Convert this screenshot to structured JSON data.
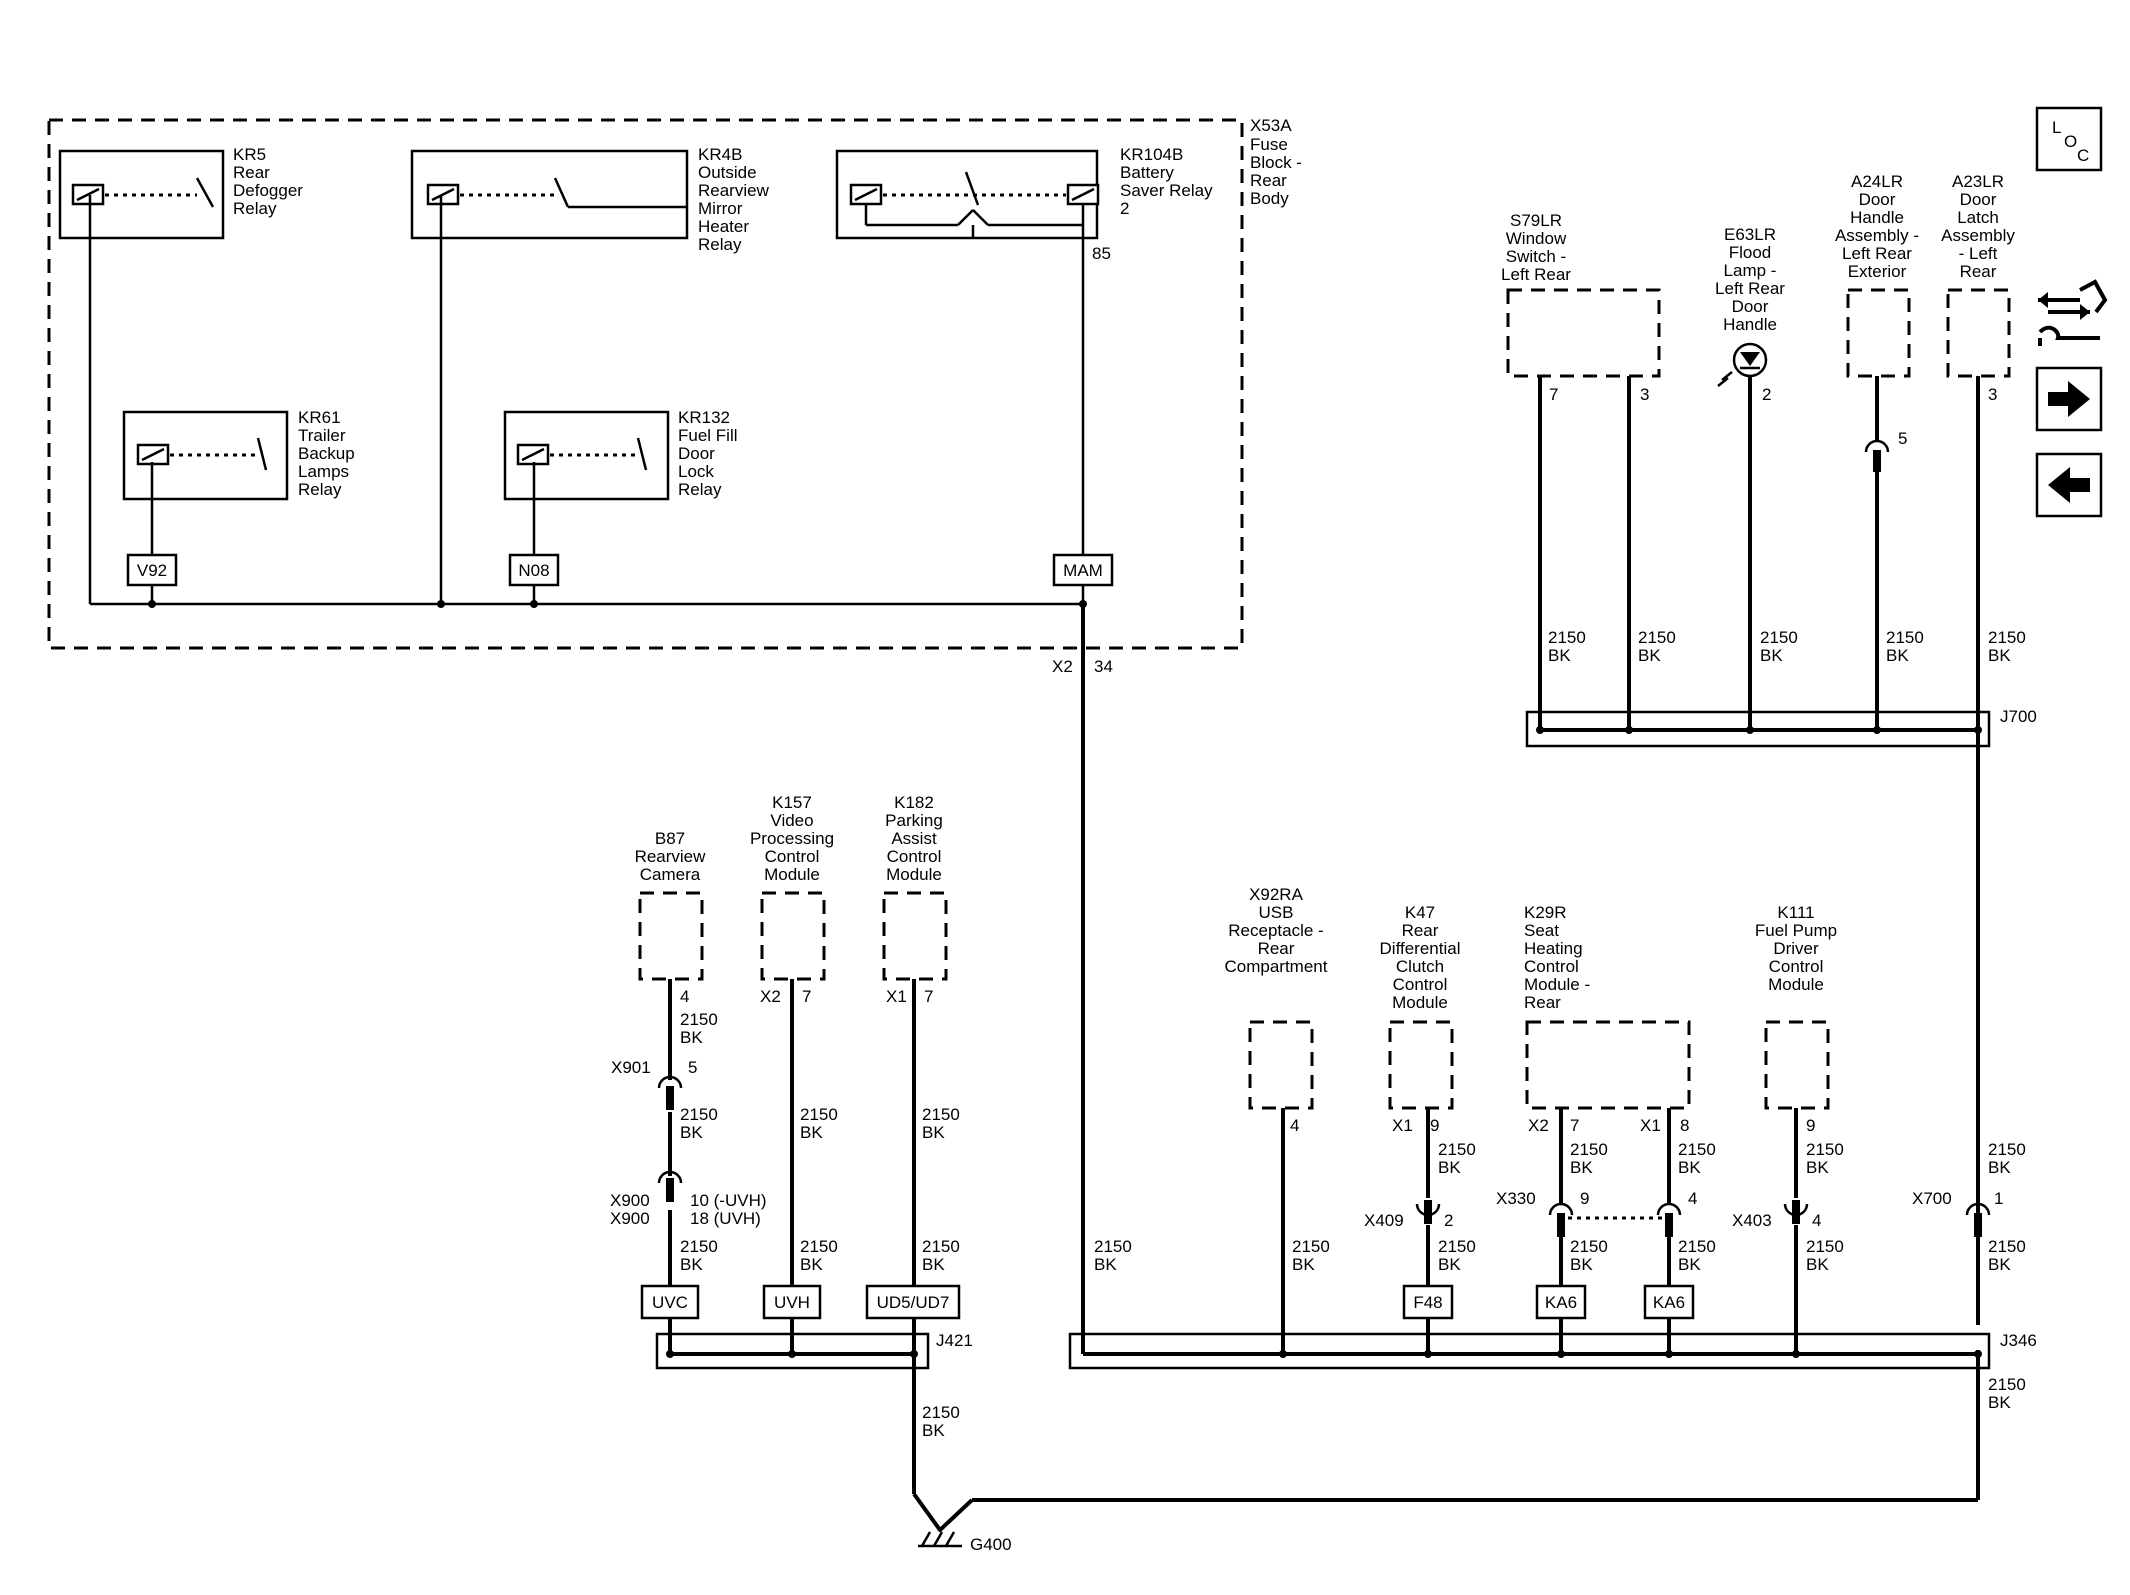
{
  "fuse_block": {
    "id": "X53A",
    "name": [
      "Fuse",
      "Block -",
      "Rear",
      "Body"
    ],
    "connector": "X2",
    "pin": "34",
    "kr104b_pin": "85"
  },
  "relays": [
    {
      "id": "KR5",
      "name": [
        "Rear",
        "Defogger",
        "Relay"
      ]
    },
    {
      "id": "KR4B",
      "name": [
        "Outside",
        "Rearview",
        "Mirror",
        "Heater",
        "Relay"
      ]
    },
    {
      "id": "KR104B",
      "name": [
        "Battery",
        "Saver Relay",
        "2"
      ]
    },
    {
      "id": "KR61",
      "name": [
        "Trailer",
        "Backup",
        "Lamps",
        "Relay"
      ]
    },
    {
      "id": "KR132",
      "name": [
        "Fuel Fill",
        "Door",
        "Lock",
        "Relay"
      ]
    }
  ],
  "splice_tags": [
    "V92",
    "N08",
    "MAM",
    "UVC",
    "UVH",
    "UD5/UD7",
    "F48",
    "KA6",
    "KA6"
  ],
  "splices": {
    "j700": "J700",
    "j421": "J421",
    "j346": "J346"
  },
  "ground": "G400",
  "wire_labels": [
    {
      "size": "2150",
      "color": "BK"
    }
  ],
  "top_components": [
    {
      "id": "S79LR",
      "name": [
        "Window",
        "Switch -",
        "Left Rear"
      ],
      "pins": [
        "7",
        "3"
      ]
    },
    {
      "id": "E63LR",
      "name": [
        "Flood",
        "Lamp -",
        "Left Rear",
        "Door",
        "Handle"
      ],
      "pins": [
        "2"
      ]
    },
    {
      "id": "A24LR",
      "name": [
        "Door",
        "Handle",
        "Assembly -",
        "Left Rear",
        "Exterior"
      ],
      "pins": [
        "5"
      ]
    },
    {
      "id": "A23LR",
      "name": [
        "Door",
        "Latch",
        "Assembly",
        "- Left",
        "Rear"
      ],
      "pins": [
        "3"
      ]
    }
  ],
  "left_components": [
    {
      "id": "B87",
      "name": [
        "Rearview",
        "Camera"
      ],
      "conn": "",
      "pin": "4"
    },
    {
      "id": "K157",
      "name": [
        "Video",
        "Processing",
        "Control",
        "Module"
      ],
      "conn": "X2",
      "pin": "7"
    },
    {
      "id": "K182",
      "name": [
        "Parking",
        "Assist",
        "Control",
        "Module"
      ],
      "conn": "X1",
      "pin": "7"
    }
  ],
  "b87_connectors": {
    "x901": "X901",
    "x901_pin": "5",
    "x900a": "X900",
    "x900b": "X900",
    "x900_pin_a": "10 (-UVH)",
    "x900_pin_b": "18 (UVH)"
  },
  "right_components": [
    {
      "id": "X92RA",
      "name": [
        "USB",
        "Receptacle -",
        "Rear",
        "Compartment"
      ],
      "conn": "",
      "pin": "4"
    },
    {
      "id": "K47",
      "name": [
        "Rear",
        "Differential",
        "Clutch",
        "Control",
        "Module"
      ],
      "conn": "X1",
      "pin": "9"
    },
    {
      "id": "K29R",
      "name": [
        "Seat",
        "Heating",
        "Control",
        "Module -",
        "Rear"
      ],
      "conn": "X2",
      "pin": "7",
      "conn2": "X1",
      "pin2": "8"
    },
    {
      "id": "K111",
      "name": [
        "Fuel Pump",
        "Driver",
        "Control",
        "Module"
      ],
      "conn": "",
      "pin": "9"
    }
  ],
  "inline_connectors": [
    {
      "id": "X409",
      "pin": "2"
    },
    {
      "id": "X330",
      "pin": "9",
      "pin2": "4"
    },
    {
      "id": "X403",
      "pin": "4"
    },
    {
      "id": "X700",
      "pin": "1"
    }
  ],
  "nav_icons": [
    "loc-icon",
    "connector-end-view-icon",
    "next-page-icon",
    "previous-page-icon"
  ],
  "loc_letters": [
    "L",
    "O",
    "C"
  ]
}
